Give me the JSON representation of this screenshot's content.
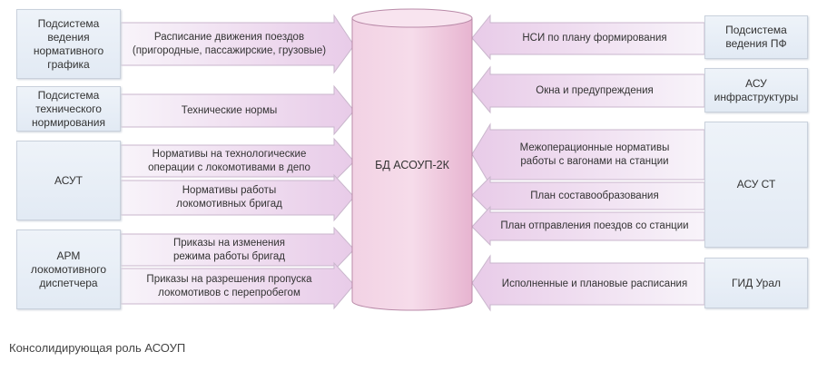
{
  "center": {
    "label": "БД АСОУП-2К"
  },
  "sources_left": [
    {
      "label": "Подсистема\nведения\nнормативного\nграфика"
    },
    {
      "label": "Подсистема\nтехнического\nнормирования"
    },
    {
      "label": "АСУТ"
    },
    {
      "label": "АРМ\nлокомотивного\nдиспетчера"
    }
  ],
  "flows_left": [
    {
      "label": "Расписание движения поездов\n(пригородные, пассажирские, грузовые)"
    },
    {
      "label": "Технические нормы"
    },
    {
      "label": "Нормативы на технологические\nоперации с локомотивами в депо"
    },
    {
      "label": "Нормативы работы\nлокомотивных бригад"
    },
    {
      "label": "Приказы на изменения\nрежима работы бригад"
    },
    {
      "label": "Приказы на разрешения пропуска\nлокомотивов с перепробегом"
    }
  ],
  "sources_right": [
    {
      "label": "Подсистема\nведения ПФ"
    },
    {
      "label": "АСУ\nинфраструктуры"
    },
    {
      "label": "АСУ СТ"
    },
    {
      "label": "ГИД Урал"
    }
  ],
  "flows_right": [
    {
      "label": "НСИ по плану формирования"
    },
    {
      "label": "Окна и предупреждения"
    },
    {
      "label": "Межоперационные нормативы\nработы с вагонами на станции"
    },
    {
      "label": "План составообразования"
    },
    {
      "label": "План отправления поездов со станции"
    },
    {
      "label": "Исполненные и плановые расписания"
    }
  ],
  "caption": "Консолидирующая роль АСОУП",
  "colors": {
    "arrow_light": "#f6f1f9",
    "arrow_dark": "#e6c8e6",
    "cylinder": "#eec3dc",
    "box": "#e6edf5"
  }
}
